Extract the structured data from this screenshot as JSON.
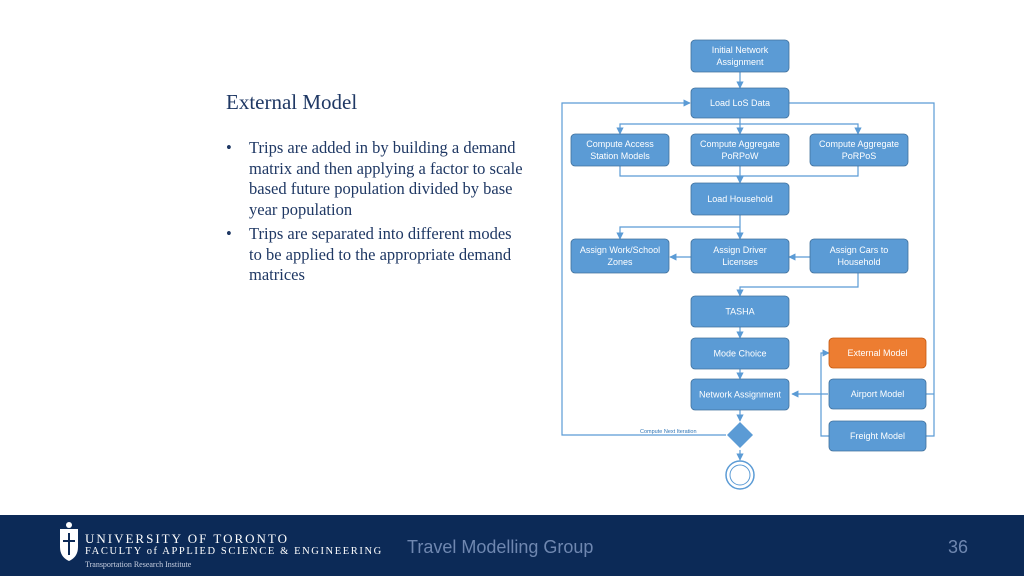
{
  "slide": {
    "title": "External Model",
    "bullets": [
      "Trips are added in by building a demand matrix and then applying a factor to scale based future population divided by base year population",
      "Trips are separated into different modes to be applied to the appropriate demand matrices"
    ]
  },
  "flowchart": {
    "colors": {
      "node": "#5b9bd5",
      "highlight": "#ed7d31",
      "line": "#5b9bd5"
    },
    "nodes": {
      "initial": [
        "Initial Network",
        "Assignment"
      ],
      "load_los": [
        "Load LoS Data"
      ],
      "access": [
        "Compute Access",
        "Station Models"
      ],
      "porpow": [
        "Compute Aggregate",
        "PoRPoW"
      ],
      "porpos": [
        "Compute Aggregate",
        "PoRPoS"
      ],
      "household": [
        "Load Household"
      ],
      "work_school": [
        "Assign Work/School",
        "Zones"
      ],
      "licenses": [
        "Assign Driver",
        "Licenses"
      ],
      "cars": [
        "Assign Cars to",
        "Household"
      ],
      "tasha": [
        "TASHA"
      ],
      "mode_choice": [
        "Mode Choice"
      ],
      "external": [
        "External Model"
      ],
      "network_assign": [
        "Network Assignment"
      ],
      "airport": [
        "Airport Model"
      ],
      "freight": [
        "Freight Model"
      ]
    },
    "loop_label": "Compute Next Iteration"
  },
  "footer": {
    "university": "UNIVERSITY OF TORONTO",
    "faculty": "FACULTY of APPLIED SCIENCE & ENGINEERING",
    "institute": "Transportation Research Institute",
    "group": "Travel Modelling Group",
    "page_number": "36"
  }
}
